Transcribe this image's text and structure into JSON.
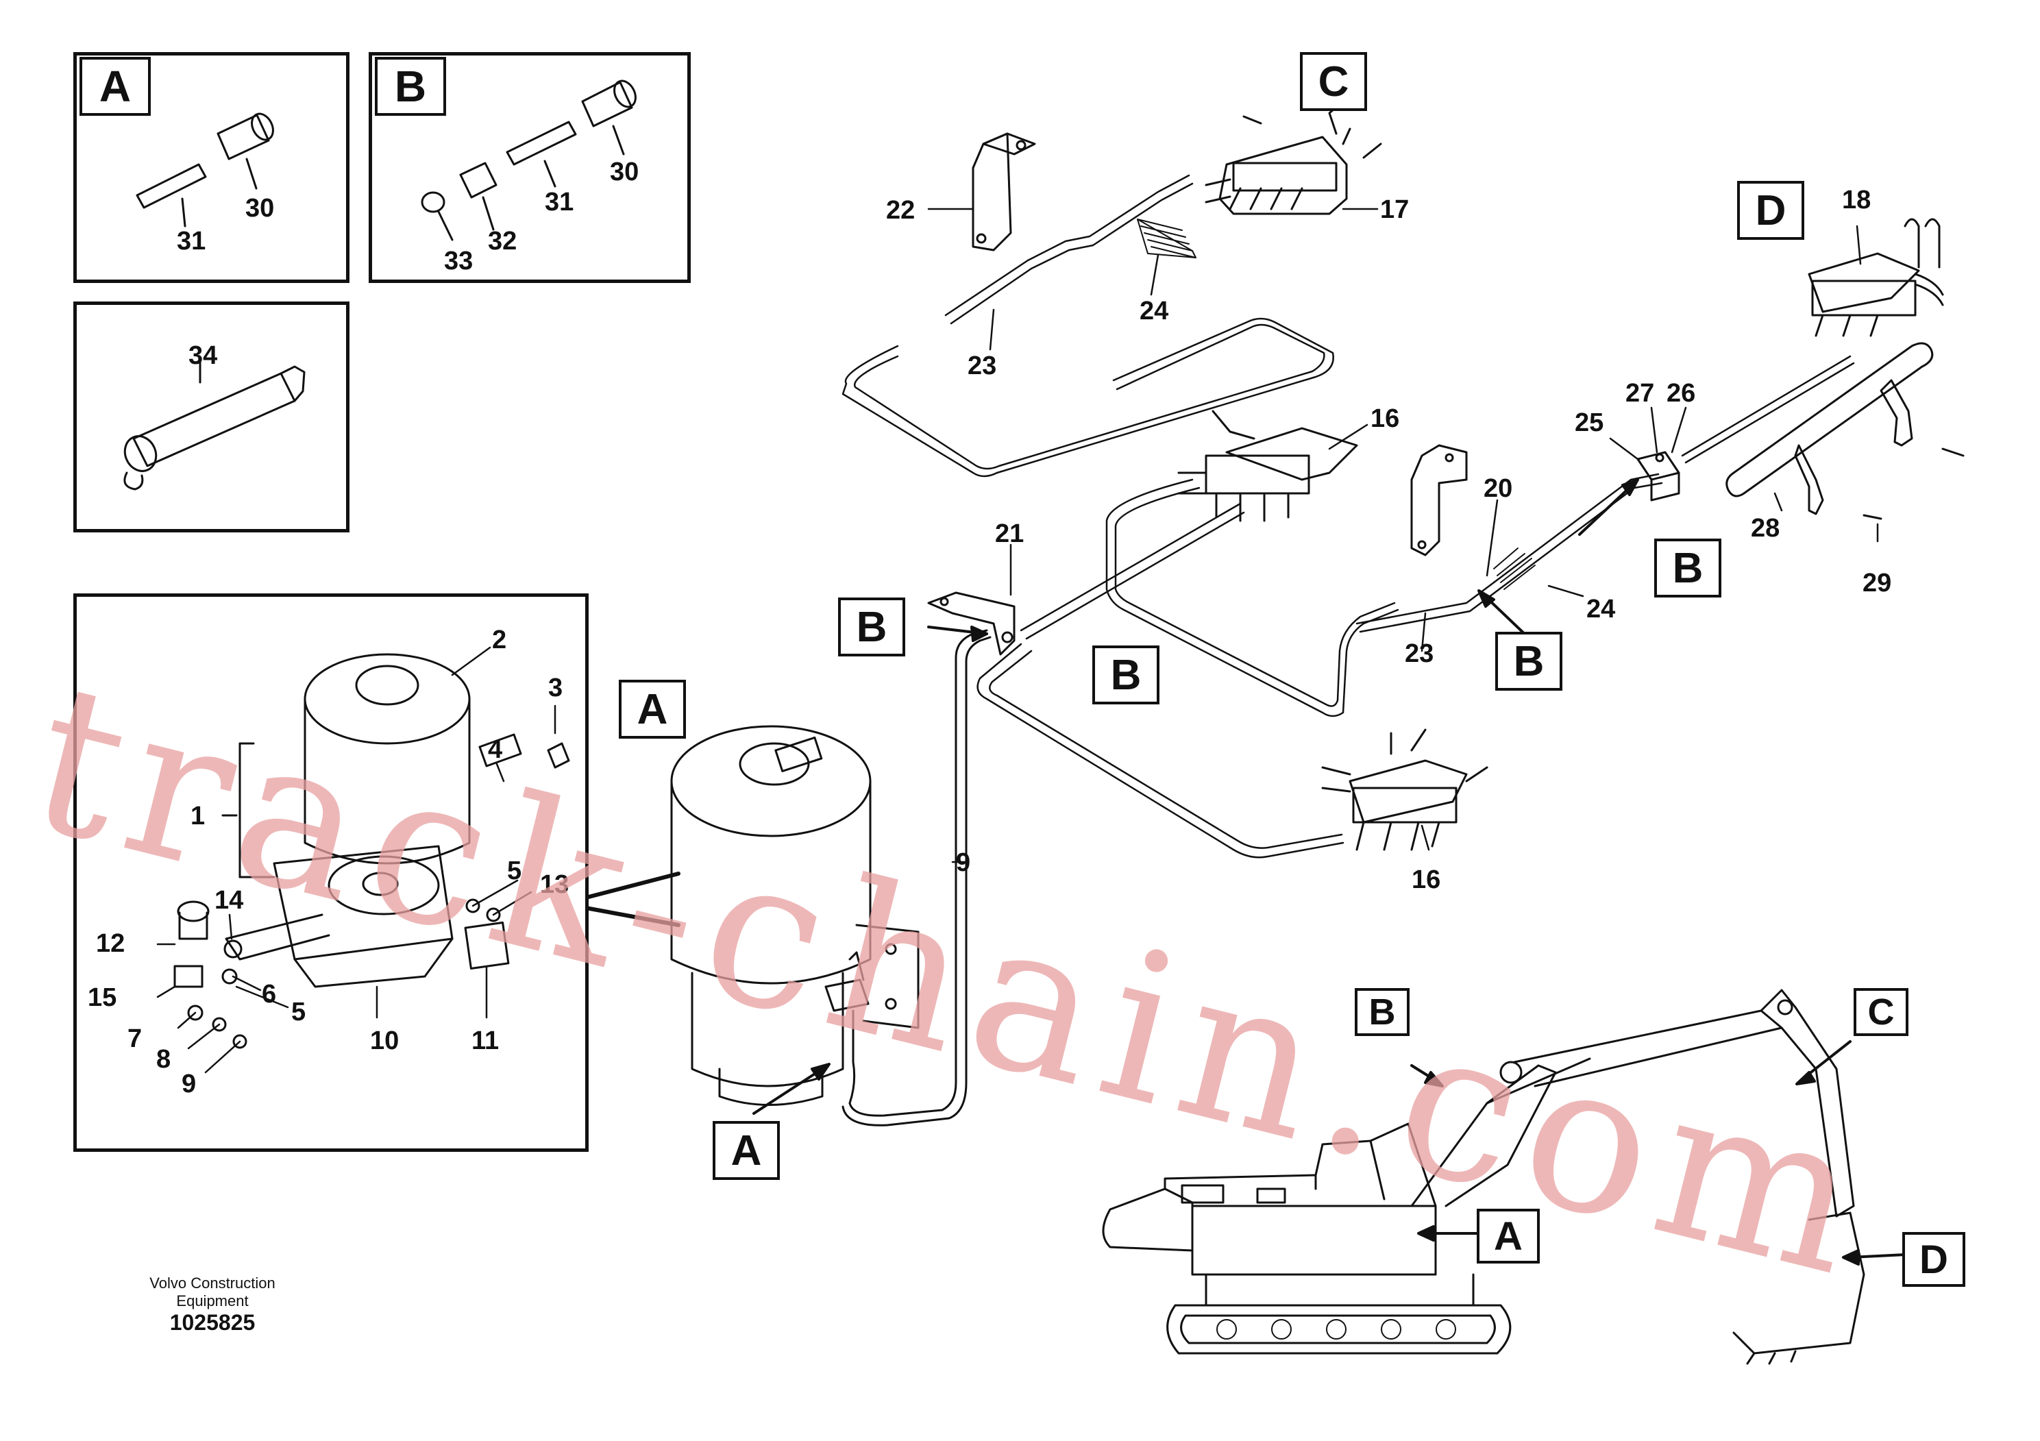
{
  "frames": {
    "detail_a": {
      "letter": "A",
      "parts": [
        "31",
        "30"
      ]
    },
    "detail_b": {
      "letter": "B",
      "parts": [
        "30",
        "31",
        "32",
        "33"
      ]
    },
    "detail_34": {
      "parts": [
        "34"
      ]
    },
    "pump_detail": {
      "parts": [
        "1",
        "2",
        "3",
        "4",
        "5",
        "13",
        "12",
        "14",
        "15",
        "6",
        "5",
        "7",
        "8",
        "9",
        "10",
        "11"
      ]
    }
  },
  "callouts": {
    "A": "A",
    "B": "B",
    "C": "C",
    "D": "D"
  },
  "part_numbers": {
    "p2": "2",
    "p3": "3",
    "p4": "4",
    "p1": "1",
    "p5a": "5",
    "p13": "13",
    "p12": "12",
    "p14": "14",
    "p15": "15",
    "p6": "6",
    "p5b": "5",
    "p7": "7",
    "p8": "8",
    "p9a": "9",
    "p10": "10",
    "p11": "11",
    "p9b": "9",
    "p22": "22",
    "p23a": "23",
    "p24a": "24",
    "p17": "17",
    "p16a": "16",
    "p21": "21",
    "p20": "20",
    "p24b": "24",
    "p23b": "23",
    "p16b": "16",
    "p18": "18",
    "p25": "25",
    "p27": "27",
    "p26": "26",
    "p28": "28",
    "p29": "29",
    "p34": "34",
    "p30a": "30",
    "p31a": "31",
    "p30b": "30",
    "p31b": "31",
    "p32": "32",
    "p33": "33"
  },
  "footer": {
    "company_line1": "Volvo Construction",
    "company_line2": "Equipment",
    "drawing_number": "1025825"
  },
  "watermark": "track-chain.com"
}
